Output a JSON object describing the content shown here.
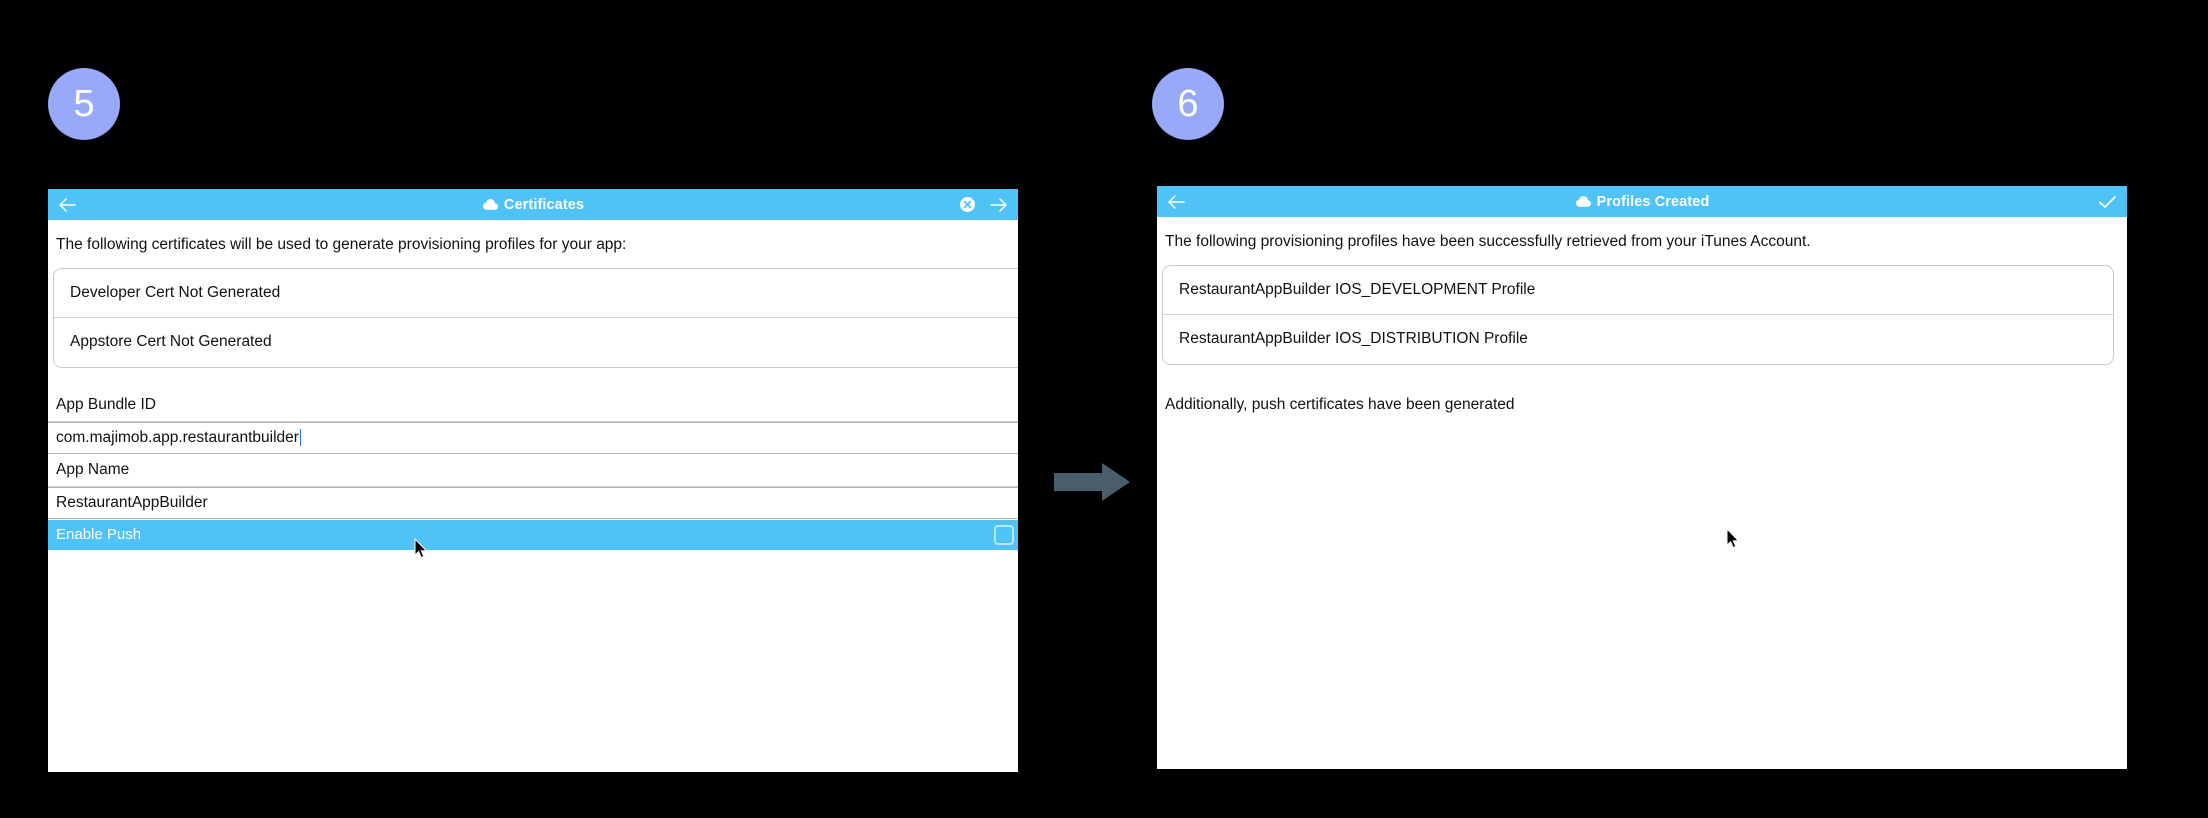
{
  "meta": {
    "background_color": "#000000",
    "accent_color": "#4fc3f7",
    "badge_color": "#97a9f8",
    "arrow_color": "#4a5d6b"
  },
  "steps": [
    {
      "number": "5"
    },
    {
      "number": "6"
    }
  ],
  "panels": {
    "certificates": {
      "titlebar": {
        "title": "Certificates",
        "back_icon": "back-arrow-icon",
        "cloud_icon": "cloud-icon",
        "close_icon": "close-circle-icon",
        "forward_icon": "forward-arrow-icon"
      },
      "intro": "The following certificates will be used to generate provisioning profiles for your app:",
      "cert_list": [
        "Developer Cert Not Generated",
        "Appstore Cert Not Generated"
      ],
      "fields": [
        {
          "label": "App Bundle ID",
          "value": "com.majimob.app.restaurantbuilder",
          "focused": true
        },
        {
          "label": "App Name",
          "value": "RestaurantAppBuilder",
          "focused": false
        }
      ],
      "toggle": {
        "label": "Enable Push",
        "checked": false
      }
    },
    "profiles": {
      "titlebar": {
        "title": "Profiles Created",
        "back_icon": "back-arrow-icon",
        "cloud_icon": "cloud-icon",
        "confirm_icon": "check-icon"
      },
      "intro": "The following provisioning profiles have been successfully retrieved from your iTunes Account.",
      "profile_list": [
        "RestaurantAppBuilder IOS_DEVELOPMENT Profile",
        "RestaurantAppBuilder IOS_DISTRIBUTION Profile"
      ],
      "note": "Additionally, push certificates have been generated"
    }
  },
  "flow": {
    "arrow_icon": "right-arrow-icon"
  },
  "cursors": [
    {
      "name": "mouse-pointer-left"
    },
    {
      "name": "mouse-pointer-right"
    }
  ]
}
